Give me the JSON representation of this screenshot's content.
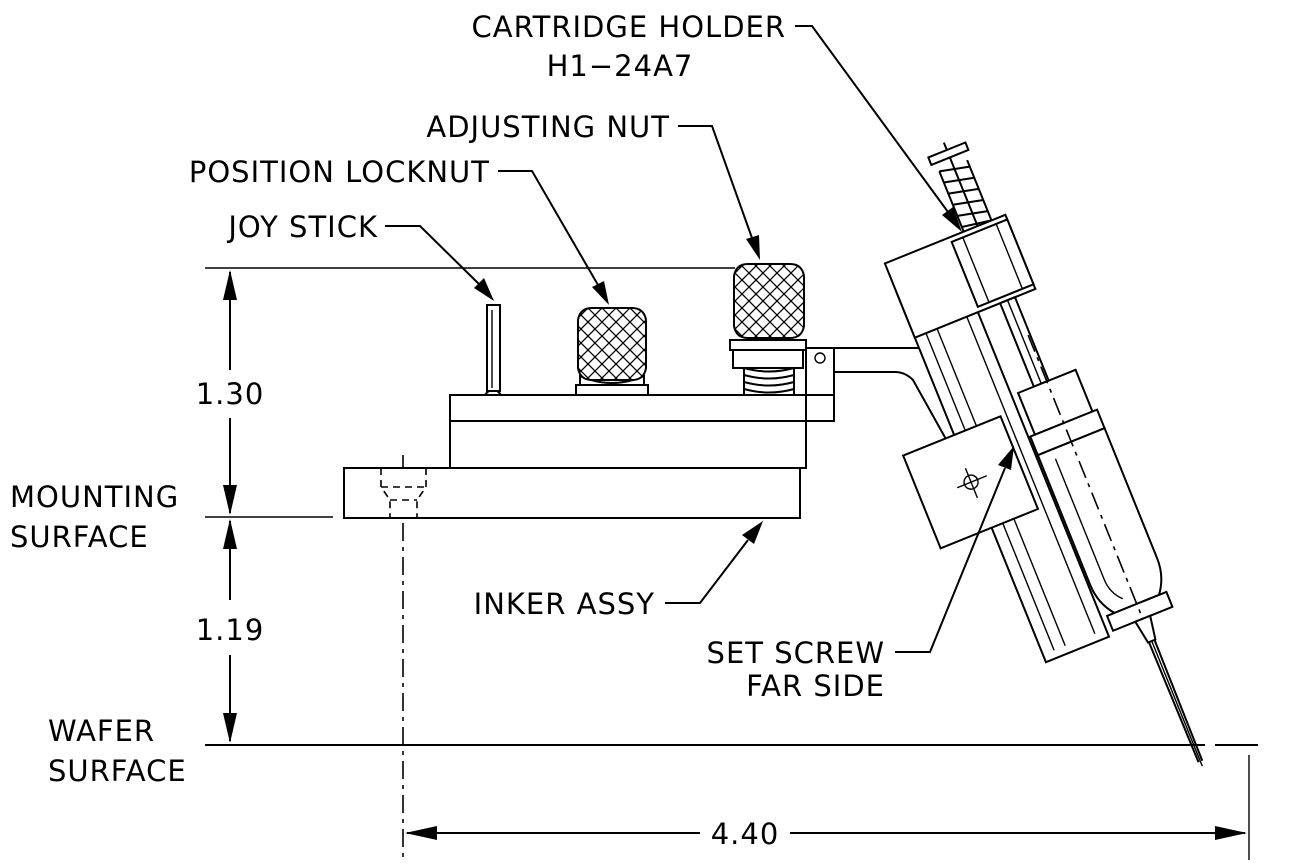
{
  "drawing": {
    "labels": {
      "cartridge_holder": "CARTRIDGE HOLDER",
      "cartridge_part_no": "H1−24A7",
      "adjusting_nut": "ADJUSTING NUT",
      "position_locknut": "POSITION LOCKNUT",
      "joy_stick": "JOY STICK",
      "mounting_surface_1": "MOUNTING",
      "mounting_surface_2": "SURFACE",
      "inker_assy": "INKER ASSY",
      "set_screw_1": "SET SCREW",
      "set_screw_2": "FAR SIDE",
      "wafer_surface_1": "WAFER",
      "wafer_surface_2": "SURFACE"
    },
    "dimensions": {
      "height_upper": "1.30",
      "height_lower": "1.19",
      "width": "4.40"
    }
  }
}
